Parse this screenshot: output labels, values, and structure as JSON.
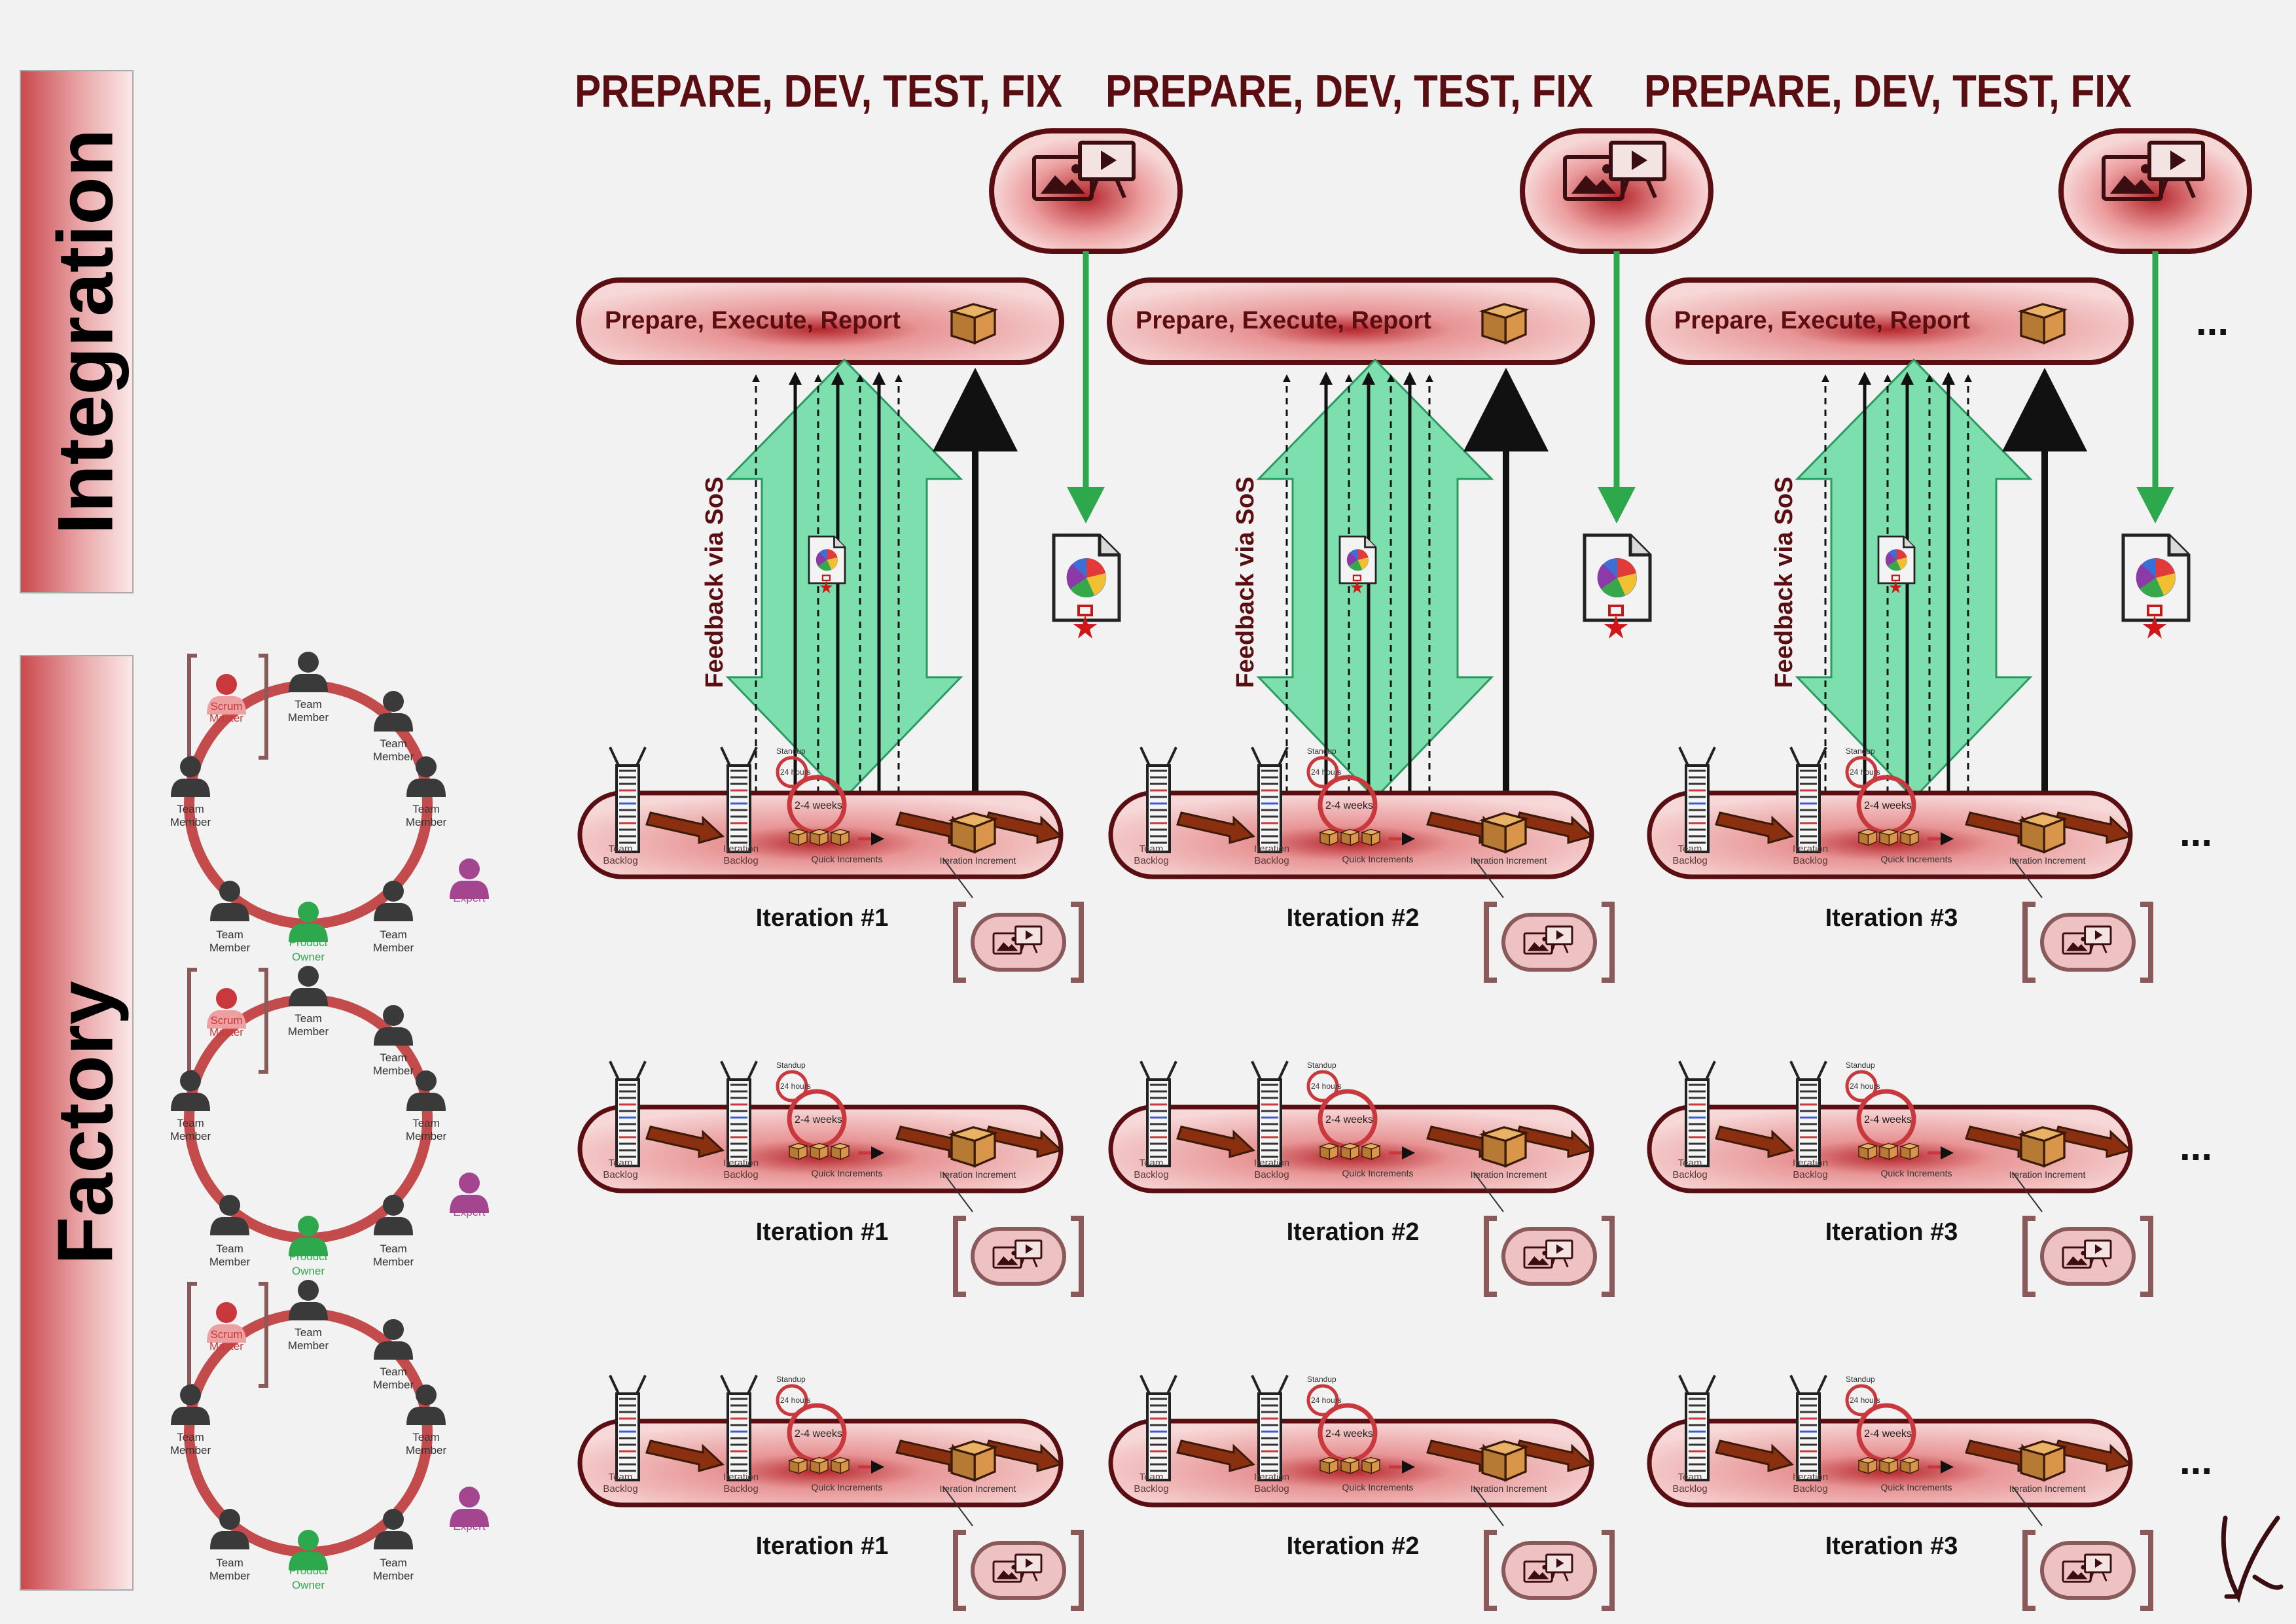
{
  "side_labels": {
    "integration": "Integration",
    "factory": "Factory"
  },
  "columns": [
    {
      "heading": "PREPARE, DEV, TEST, FIX",
      "report": "Prepare, Execute, Report",
      "feedback": "Feedback via SoS"
    },
    {
      "heading": "PREPARE, DEV, TEST, FIX",
      "report": "Prepare, Execute, Report",
      "feedback": "Feedback via SoS"
    },
    {
      "heading": "PREPARE, DEV, TEST, FIX",
      "report": "Prepare, Execute, Report",
      "feedback": "Feedback via SoS"
    }
  ],
  "iterations": [
    "Iteration #1",
    "Iteration #2",
    "Iteration #3"
  ],
  "ellipsis": "...",
  "pipeline": {
    "team_backlog": "Team Backlog",
    "iteration_backlog": "Iteration Backlog",
    "quick_increments": "Quick Increments",
    "iteration_increment": "Iteration Increment",
    "duration": "2-4 weeks",
    "standup": "Standup",
    "daily": "24 hours"
  },
  "roles": {
    "scrum_master": "Scrum Master",
    "team_member": "Team Member",
    "product_owner": "Product Owner",
    "expert": "Expert"
  },
  "signature": "V",
  "colors": {
    "maroon": "#5a0e12",
    "red": "#c8383c",
    "green": "#2ea84d",
    "mint": "#7ddfae",
    "purple": "#a4468f"
  }
}
